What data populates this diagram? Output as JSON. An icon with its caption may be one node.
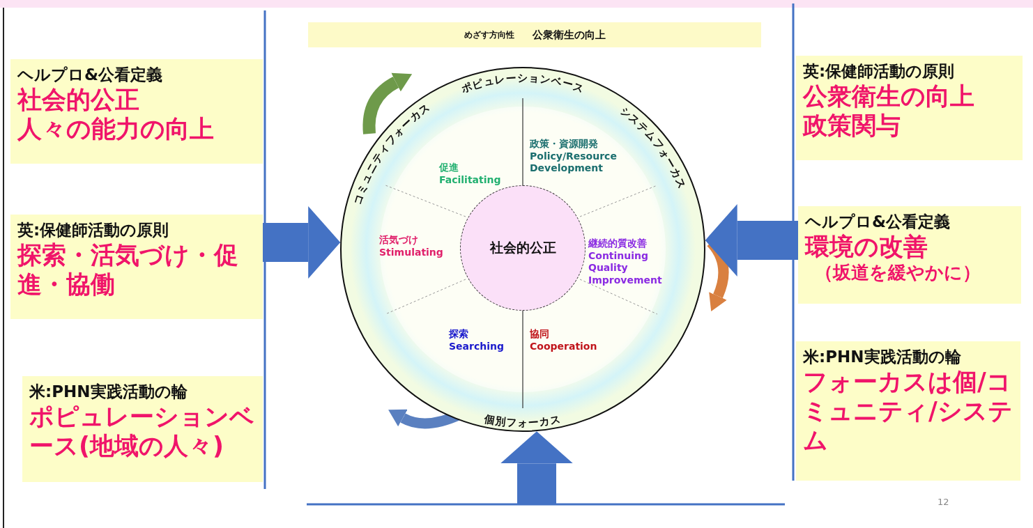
{
  "diagram": {
    "nodes": [
      {
        "text": [
          "めざす方向性",
          "公衆衛生の向上"
        ]
      },
      {
        "text": [
          "ポピュレーションベース",
          "コミュニティフォーカス",
          "システムフォーカス",
          "個別フォーカス"
        ]
      },
      {
        "text": [
          "社会的公正"
        ],
        "in": 1
      },
      {
        "text": [
          "促進",
          "Facilitating"
        ],
        "in": 1
      },
      {
        "text": [
          "政策・資源開発",
          "Policy/Resource Development"
        ],
        "in": 1
      },
      {
        "text": [
          "活気づけ",
          "Stimulating"
        ],
        "in": 1
      },
      {
        "text": [
          "継続的質改善",
          "Continuing Quality Improvement"
        ],
        "in": 1
      },
      {
        "text": [
          "探索",
          "Searching"
        ],
        "in": 1
      },
      {
        "text": [
          "協同",
          "Cooperation"
        ],
        "in": 1
      },
      {
        "text": [
          "ヘルプロ&公看定義",
          "社会的公正",
          "人々の能力の向上"
        ]
      },
      {
        "text": [
          "英:保健師活動の原則",
          "探索・活気づけ・促進・協働"
        ]
      },
      {
        "text": [
          "米:PHN実践活動の輪",
          "ポピュレーションベース(地域の人々)"
        ]
      },
      {
        "text": [
          "英:保健師活動の原則",
          "公衆衛生の向上",
          "政策関与"
        ]
      },
      {
        "text": [
          "ヘルプロ&公看定義",
          "環境の改善",
          "（坂道を緩やかに）"
        ]
      },
      {
        "text": [
          "米:PHN実践活動の輪",
          "フォーカスは個/コミュニティ/システム"
        ]
      }
    ],
    "edges": [
      {
        "from": 10,
        "to": 1,
        "arrow": "to"
      },
      {
        "from": 13,
        "to": 1,
        "arrow": "to"
      },
      {
        "from": null,
        "to": 1,
        "arrow": "to"
      }
    ],
    "labels": [
      "12"
    ]
  }
}
